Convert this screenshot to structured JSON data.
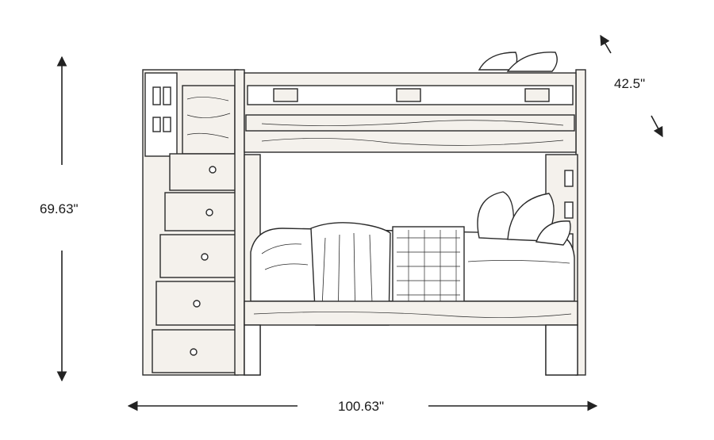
{
  "dimensions": {
    "height": "69.63\"",
    "depth": "42.5\"",
    "width": "100.63\""
  },
  "colors": {
    "line": "#2a2a2a",
    "wood": "#f4f1ec",
    "background": "#ffffff"
  }
}
